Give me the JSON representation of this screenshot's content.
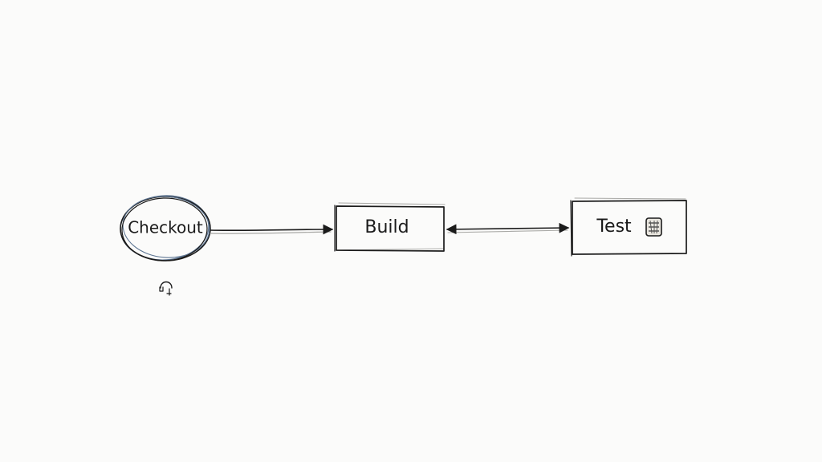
{
  "diagram": {
    "nodes": [
      {
        "id": "checkout",
        "label": "Checkout",
        "shape": "ellipse"
      },
      {
        "id": "build",
        "label": "Build",
        "shape": "rectangle"
      },
      {
        "id": "test",
        "label": "Test",
        "shape": "rectangle",
        "icon": "test-badge-icon"
      }
    ],
    "edges": [
      {
        "from": "checkout",
        "to": "build",
        "direction": "forward"
      },
      {
        "from": "build",
        "to": "test",
        "direction": "both"
      }
    ],
    "extra_icons": [
      "headphones-icon"
    ],
    "colors": {
      "ink": "#1b1b1b",
      "ink_light": "#a9a9a6",
      "ellipse_accent": "#5d7592",
      "background": "#fbfbfa"
    }
  }
}
